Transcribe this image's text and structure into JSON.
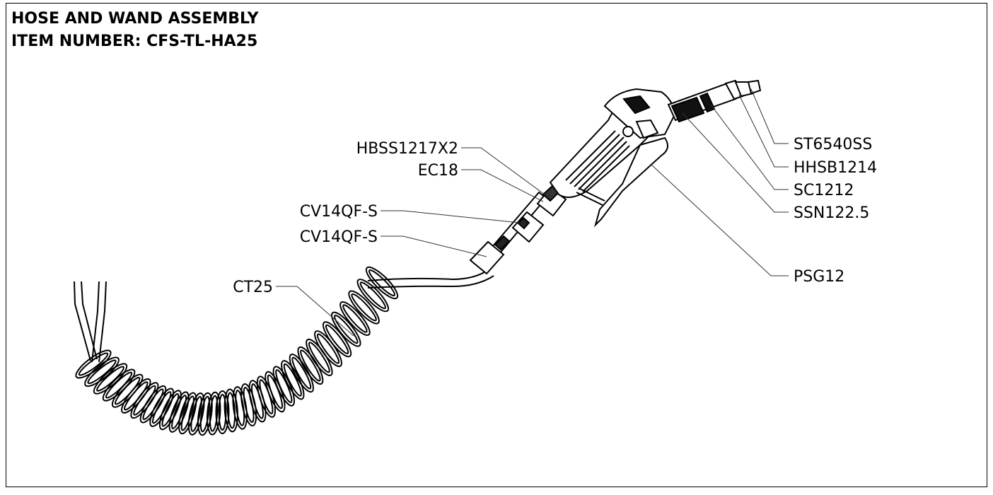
{
  "title": {
    "line1": "HOSE AND WAND ASSEMBLY",
    "line2": "ITEM NUMBER: CFS-TL-HA25"
  },
  "callouts": {
    "hbss": "HBSS1217X2",
    "ec18": "EC18",
    "cv1": "CV14QF-S",
    "cv2": "CV14QF-S",
    "ct25": "CT25",
    "st": "ST6540SS",
    "hhsb": "HHSB1214",
    "sc": "SC1212",
    "ssn": "SSN122.5",
    "psg": "PSG12"
  }
}
